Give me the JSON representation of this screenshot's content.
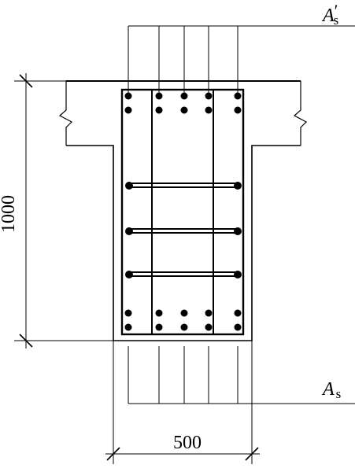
{
  "labels": {
    "height_dim": "1000",
    "width_dim": "500",
    "top_steel_symbol": "A",
    "top_steel_prime": "′",
    "top_steel_sub": "s",
    "bottom_steel_symbol": "A",
    "bottom_steel_sub": "s"
  },
  "colors": {
    "ink": "#000000",
    "paper": "#ffffff"
  }
}
